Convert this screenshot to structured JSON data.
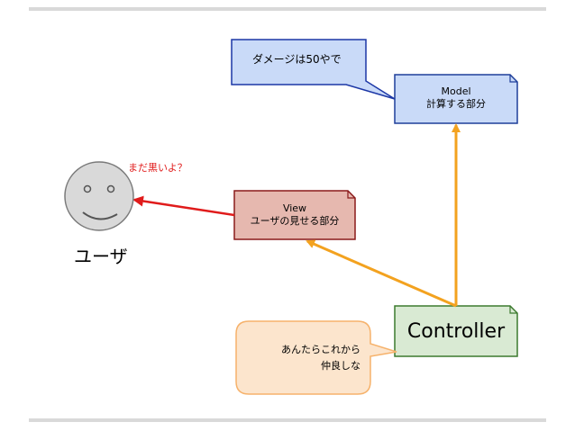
{
  "diagram": {
    "speech_model": "ダメージは50やで",
    "model": {
      "line1": "Model",
      "line2": "計算する部分"
    },
    "view": {
      "line1": "View",
      "line2": "ユーザの見せる部分"
    },
    "controller": {
      "label": "Controller"
    },
    "speech_controller": {
      "line1": "あんたらこれから",
      "line2": "仲良しな"
    },
    "speech_user": "まだ黒いよ？",
    "user_label": "ユーザ"
  },
  "colors": {
    "model_fill": "#c9daf8",
    "model_stroke": "#1f3f9a",
    "view_fill": "#e6b8af",
    "view_stroke": "#8a1a1a",
    "controller_fill": "#d9ead3",
    "controller_stroke": "#3c7a2e",
    "speech_blue_fill": "#c9daf8",
    "speech_blue_stroke": "#1c37a6",
    "speech_orange_fill": "#fce5cd",
    "speech_orange_stroke": "#f6b26b",
    "orange_arrow": "#f3a21f",
    "red_arrow": "#e01b1b",
    "face_fill": "#d9d9d9",
    "face_stroke": "#7a7a7a",
    "red_text": "#e01b1b"
  }
}
